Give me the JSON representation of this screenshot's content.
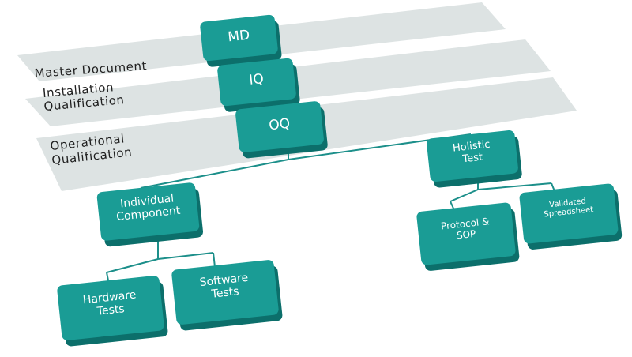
{
  "diagram": {
    "colors": {
      "band": "#dde3e3",
      "box_top": "#1a9c95",
      "box_side": "#0c6f6b",
      "connector": "#1c8f8a",
      "band_text": "#1f1f1f",
      "box_text": "#ffffff"
    },
    "bands": [
      {
        "id": "md",
        "lines": [
          "Master Document"
        ]
      },
      {
        "id": "iq",
        "lines": [
          "Installation",
          "Qualification"
        ]
      },
      {
        "id": "oq",
        "lines": [
          "Operational",
          "Qualification"
        ]
      }
    ],
    "boxes": [
      {
        "id": "md",
        "lines": [
          "MD"
        ]
      },
      {
        "id": "iq",
        "lines": [
          "IQ"
        ]
      },
      {
        "id": "oq",
        "lines": [
          "OQ"
        ]
      },
      {
        "id": "individual",
        "lines": [
          "Individual",
          "Component"
        ]
      },
      {
        "id": "holistic",
        "lines": [
          "Holistic",
          "Test"
        ]
      },
      {
        "id": "hardware",
        "lines": [
          "Hardware",
          "Tests"
        ]
      },
      {
        "id": "software",
        "lines": [
          "Software",
          "Tests"
        ]
      },
      {
        "id": "protocol",
        "lines": [
          "Protocol &",
          "SOP"
        ]
      },
      {
        "id": "validated",
        "lines": [
          "Validated",
          "Spreadsheet"
        ]
      }
    ]
  }
}
